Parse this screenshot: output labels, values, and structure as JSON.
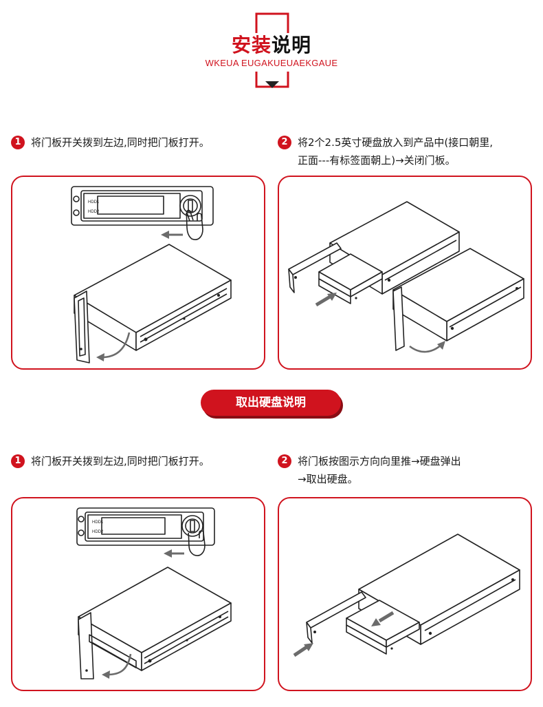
{
  "header": {
    "title_red": "安装",
    "title_black": "说明",
    "subtitle": "WKEUA EUGAKUEUAEKGAUE"
  },
  "install": {
    "step1": {
      "num": "1",
      "text": "将门板开关拨到左边,同时把门板打开。"
    },
    "step2": {
      "num": "2",
      "line1": "将2个2.5英寸硬盘放入到产品中(接口朝里,",
      "line2": "正面---有标签面朝上)→关闭门板。"
    }
  },
  "removal": {
    "badge": "取出硬盘说明",
    "step1": {
      "num": "1",
      "text": "将门板开关拨到左边,同时把门板打开。"
    },
    "step2": {
      "num": "2",
      "line1": "将门板按图示方向向里推→硬盘弹出",
      "line2": "→取出硬盘。"
    }
  },
  "labels": {
    "hdd1": "HDD1",
    "hdd2": "HDD2"
  },
  "colors": {
    "accent": "#d0131e",
    "line": "#222222",
    "arrow": "#6b6b6b"
  }
}
